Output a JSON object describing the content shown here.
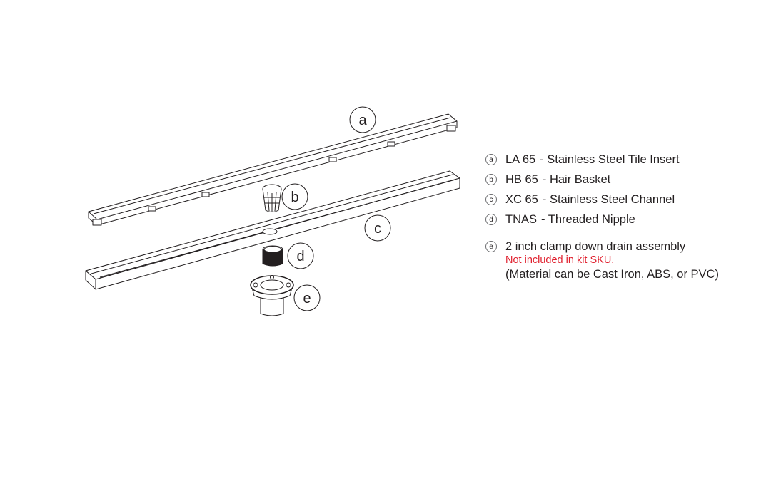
{
  "callouts": {
    "a": "a",
    "b": "b",
    "c": "c",
    "d": "d",
    "e": "e"
  },
  "legend": [
    {
      "badge": "a",
      "code": "LA 65",
      "desc": "- Stainless Steel Tile Insert"
    },
    {
      "badge": "b",
      "code": "HB 65",
      "desc": "- Hair Basket"
    },
    {
      "badge": "c",
      "code": "XC 65",
      "desc": "- Stainless Steel Channel"
    },
    {
      "badge": "d",
      "code": "TNAS",
      "desc": " - Threaded Nipple"
    }
  ],
  "note": {
    "badge": "e",
    "title": "2 inch clamp down drain assembly",
    "warning": "Not included in kit SKU.",
    "material": "(Material can be Cast Iron, ABS, or PVC)",
    "warning_color": "#e0202e"
  }
}
